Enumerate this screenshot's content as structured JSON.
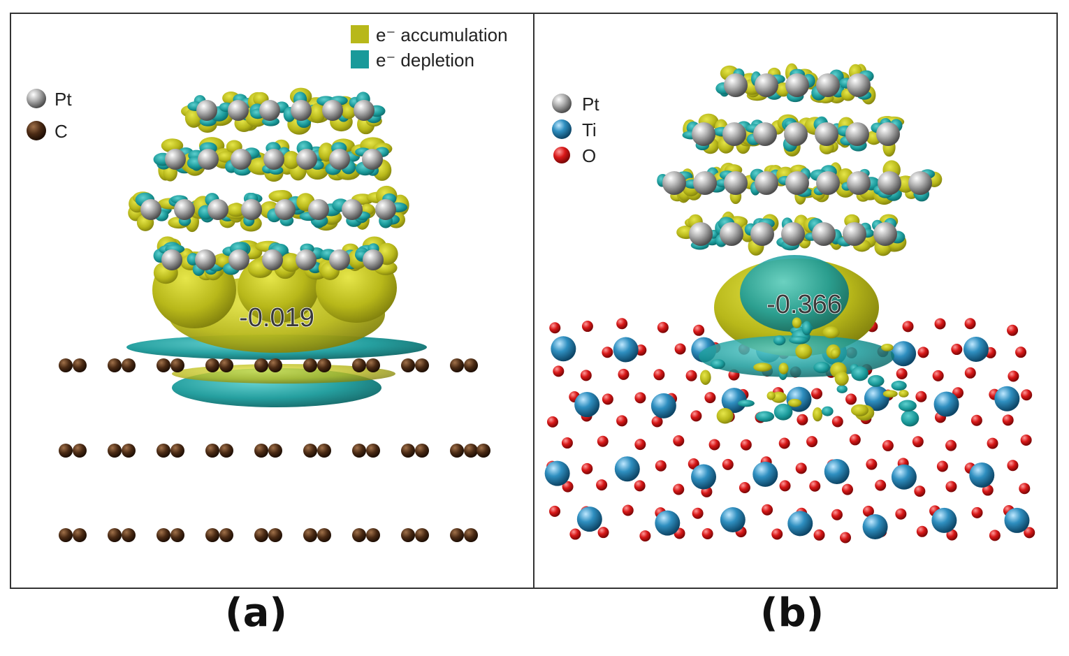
{
  "panel_a": {
    "legend": {
      "accumulation_label": "e⁻ accumulation",
      "depletion_label": "e⁻ depletion",
      "elements": [
        {
          "symbol": "Pt",
          "color": "#8f8f8f"
        },
        {
          "symbol": "C",
          "color": "#4a2a14"
        }
      ]
    },
    "charge_transfer": "-0.019",
    "label": "(a)"
  },
  "panel_b": {
    "legend": {
      "elements": [
        {
          "symbol": "Pt",
          "color": "#8f8f8f"
        },
        {
          "symbol": "Ti",
          "color": "#2f8fc0"
        },
        {
          "symbol": "O",
          "color": "#d81818"
        }
      ]
    },
    "charge_transfer": "-0.366",
    "label": "(b)"
  },
  "colors": {
    "accumulation": "#b8b81a",
    "depletion": "#1a9a9a",
    "pt_atom": "#a5a5a5",
    "c_atom": "#4a2a14",
    "ti_atom": "#2f8fc0",
    "o_atom": "#d81818"
  }
}
